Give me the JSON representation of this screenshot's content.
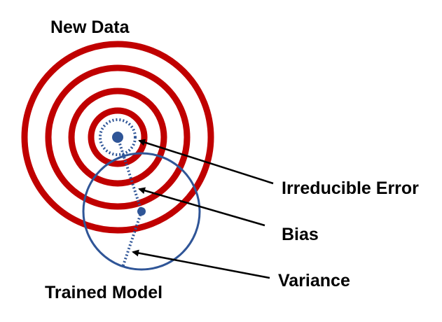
{
  "labels": {
    "new_data": "New Data",
    "trained_model": "Trained Model",
    "irreducible_error": "Irreducible Error",
    "bias": "Bias",
    "variance": "Variance"
  },
  "colors": {
    "target_rings": "#c00000",
    "model": "#2f5597",
    "arrow": "#000000",
    "text": "#000000"
  },
  "target": {
    "ring_count": 4
  }
}
